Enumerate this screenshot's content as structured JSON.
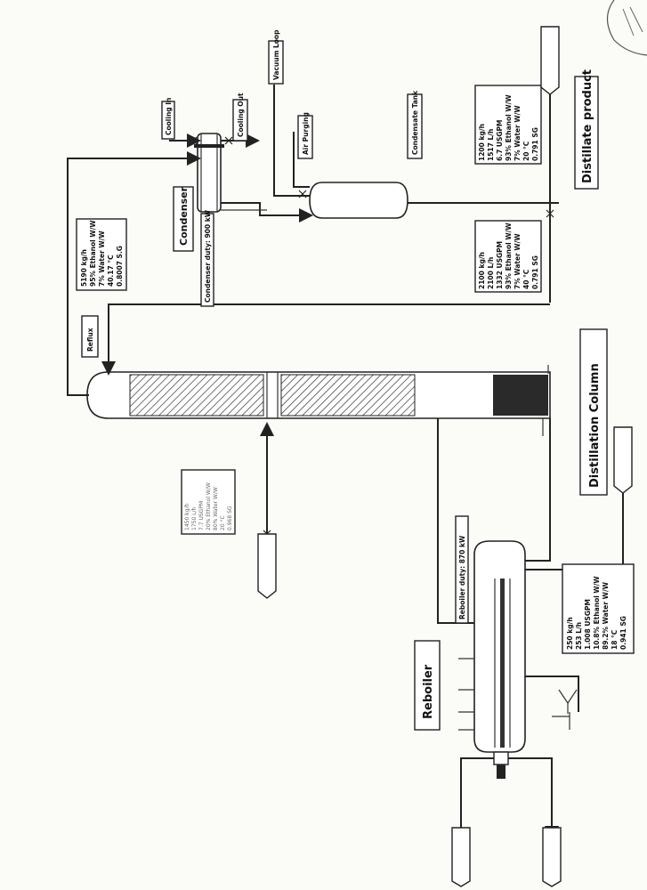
{
  "labels": {
    "cooling_in": "Cooling In",
    "cooling_out": "Cooling Out",
    "vacuum_loop": "Vacuum Loop",
    "air_purging": "Air Purging",
    "condensate_tank": "Condensate Tank",
    "condenser": "Condenser",
    "condenser_duty": "Condenser duty: 900 kW",
    "reflux": "Reflux",
    "distillate_product": "Distillate product",
    "distillation_column": "Distillation Column",
    "reboiler": "Reboiler",
    "reboiler_duty": "Reboiler duty: 870 kW"
  },
  "stream_boxes": {
    "reflux_data": [
      "5190 kg/h",
      "95% Ethanol W/W",
      "7% Water W/W",
      "40.17 °C",
      "0.8007 S.G"
    ],
    "tank_data": [
      "2100 kg/h",
      "2100 L/h",
      "1332 USGPM",
      "93% Ethanol W/W",
      "7% Water W/W",
      "40 °C",
      "0.791 SG"
    ],
    "distillate_data": [
      "1200 kg/h",
      "1517 L/h",
      "6.7 USGPM",
      "93% Ethanol W/W",
      "7% Water W/W",
      "20 °C",
      "0.791 SG"
    ],
    "bottoms_data": [
      "250 kg/h",
      "253 L/h",
      "1.008 USGPM",
      "10.8% Ethanol W/W",
      "89.2% Water W/W",
      "18 °C",
      "0.941 SG"
    ],
    "feed_data": [
      "1450 kg/h",
      "1750 L/h",
      "7.7 USGPM",
      "20% Ethanol W/W",
      "80% Water W/W",
      "20 °C",
      "0.968 SG"
    ]
  },
  "icons": [
    "arrow-head-icon",
    "valve-icon",
    "steam-trap-icon"
  ]
}
